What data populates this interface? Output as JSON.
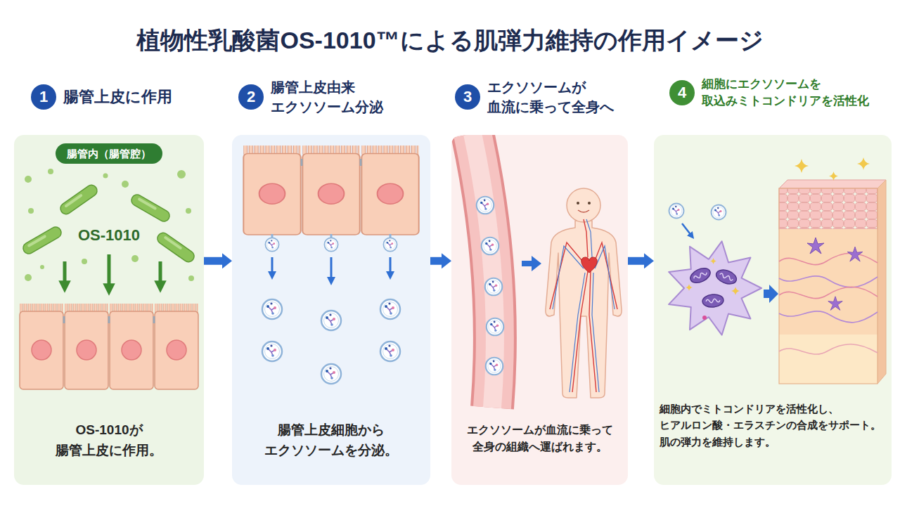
{
  "diagram": {
    "title": "植物性乳酸菌OS-1010™による肌弾力維持の作用イメージ",
    "nodes": [
      {
        "text": [
          "1",
          "腸管上皮に作用",
          "OS-1010が 腸管上皮に作用。"
        ]
      },
      {
        "text": [
          "腸管内（腸管腔）"
        ],
        "in": 0
      },
      {
        "text": [
          "2",
          "腸管上皮由来 エクソソーム分泌",
          "腸管上皮細胞から エクソソームを分泌。"
        ]
      },
      {
        "text": [
          "3",
          "エクソソームが 血流に乗って全身へ",
          "エクソソームが血流に乗って 全身の組織へ運ばれます。"
        ]
      },
      {
        "text": [
          "4",
          "細胞にエクソソームを 取込みミトコンドリアを活性化",
          "細胞内でミトコンドリアを活性化し、 ヒアルロン酸・エラスチンの合成をサポート。 肌の弾力を維持します。"
        ]
      }
    ],
    "edges": [
      {
        "from": 0,
        "to": 2,
        "arrow": "to"
      },
      {
        "from": 2,
        "to": 3,
        "arrow": "to"
      },
      {
        "from": 3,
        "to": 4,
        "arrow": "to"
      }
    ],
    "labels": [
      "OS-1010"
    ]
  }
}
